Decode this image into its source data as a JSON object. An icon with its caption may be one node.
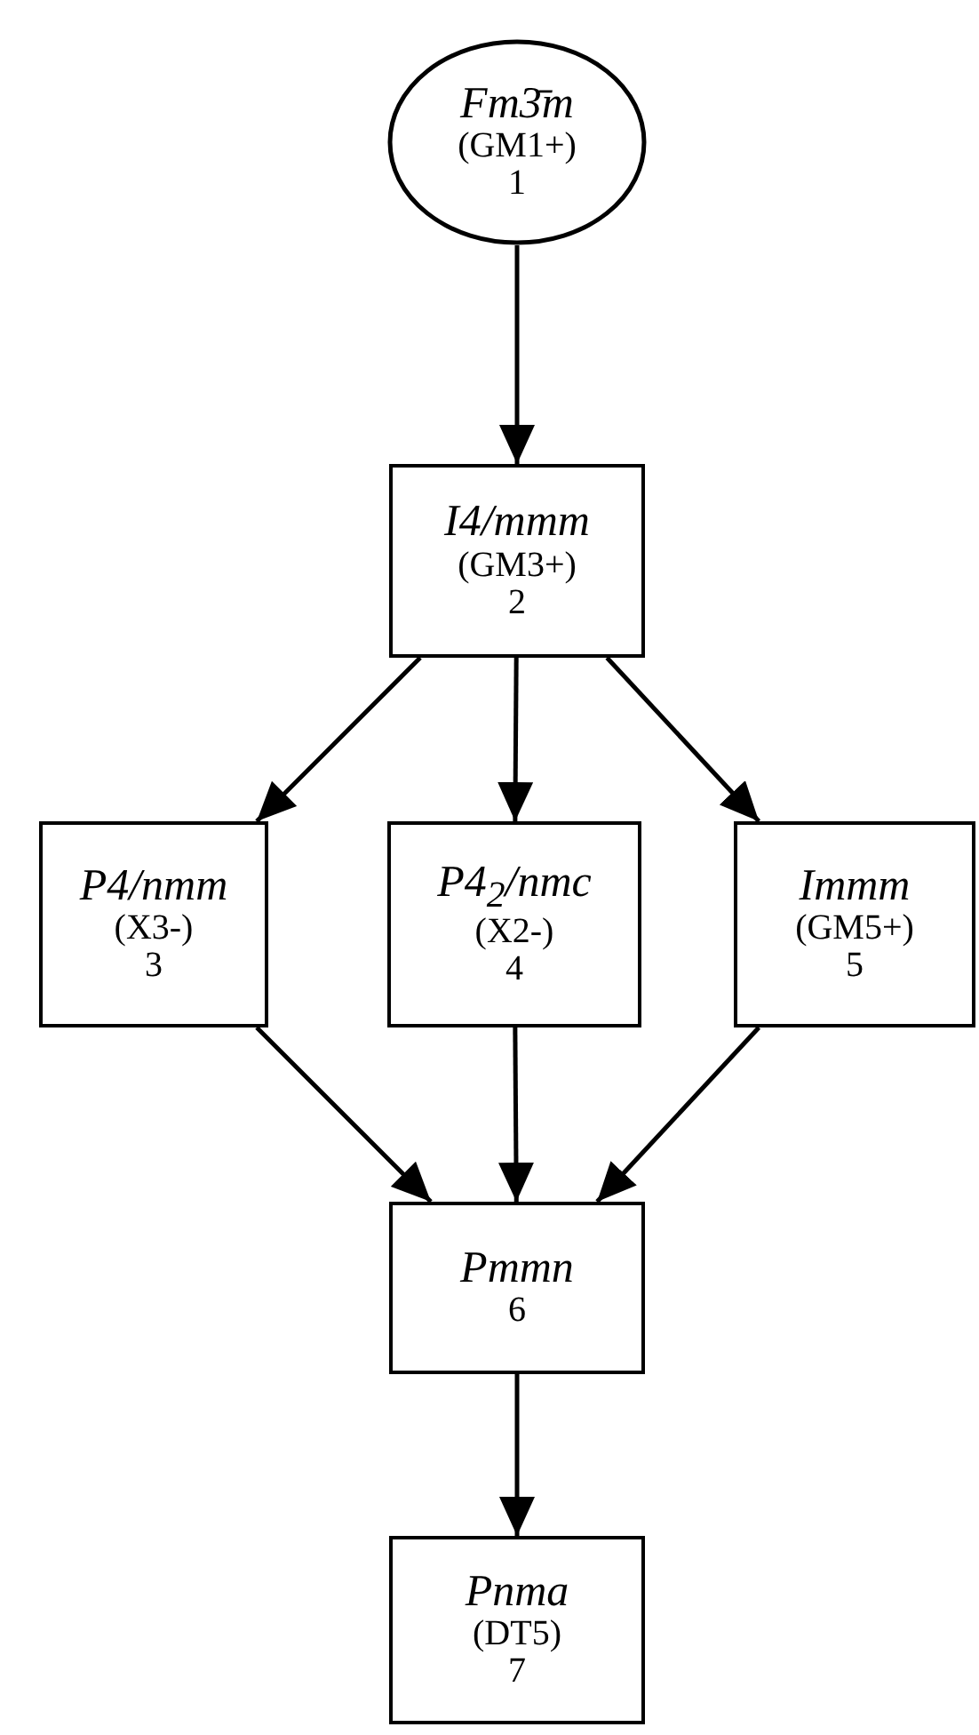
{
  "diagram": {
    "nodes": [
      {
        "text": [
          "Fm3̄m",
          "(GM1+)",
          "1"
        ]
      },
      {
        "text": [
          "I4/mmm",
          "(GM3+)",
          "2"
        ]
      },
      {
        "text": [
          "P4/nmm",
          "(X3-)",
          "3"
        ]
      },
      {
        "text": [
          "P4$_{2}$/nmc",
          "(X2-)",
          "4"
        ]
      },
      {
        "text": [
          "Immm",
          "(GM5+)",
          "5"
        ]
      },
      {
        "text": [
          "Pmmn",
          "6"
        ]
      },
      {
        "text": [
          "Pnma",
          "(DT5)",
          "7"
        ]
      }
    ],
    "edges": [
      {
        "from": 0,
        "to": 1,
        "arrow": "to"
      },
      {
        "from": 1,
        "to": 2,
        "arrow": "to"
      },
      {
        "from": 1,
        "to": 3,
        "arrow": "to"
      },
      {
        "from": 1,
        "to": 4,
        "arrow": "to"
      },
      {
        "from": 2,
        "to": 5,
        "arrow": "to"
      },
      {
        "from": 3,
        "to": 5,
        "arrow": "to"
      },
      {
        "from": 4,
        "to": 5,
        "arrow": "to"
      },
      {
        "from": 5,
        "to": 6,
        "arrow": "to"
      }
    ]
  }
}
